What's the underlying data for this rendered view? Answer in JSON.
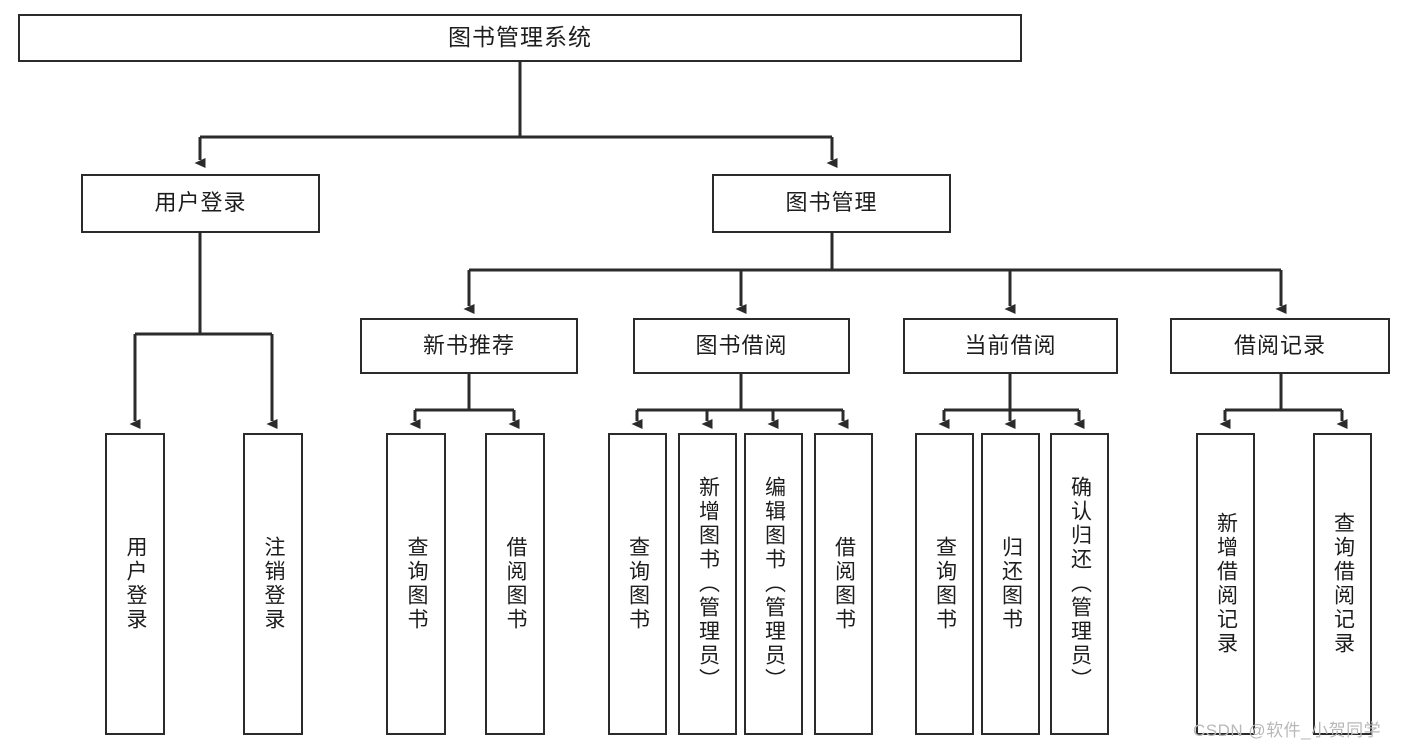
{
  "diagram": {
    "type": "tree",
    "title": "图书管理系统",
    "orientation": "top-down",
    "colors": {
      "box_border": "#2b2b2b",
      "box_fill": "#ffffff",
      "connector": "#2b2b2b",
      "text": "#1d1d1d",
      "watermark": "#b8b8b8"
    },
    "root": {
      "label": "图书管理系统"
    },
    "level2": [
      {
        "id": "user-login",
        "label": "用户登录"
      },
      {
        "id": "book-manage",
        "label": "图书管理"
      }
    ],
    "level3": [
      {
        "id": "new-book-rec",
        "label": "新书推荐"
      },
      {
        "id": "book-borrow",
        "label": "图书借阅"
      },
      {
        "id": "current-borrow",
        "label": "当前借阅"
      },
      {
        "id": "borrow-record",
        "label": "借阅记录"
      }
    ],
    "leaves": {
      "user_login": [
        {
          "id": "leaf-user-login",
          "label": "用户登录"
        },
        {
          "id": "leaf-logout",
          "label": "注销登录"
        }
      ],
      "new_book_rec": [
        {
          "id": "leaf-query-book-1",
          "label": "查询图书"
        },
        {
          "id": "leaf-borrow-book-1",
          "label": "借阅图书"
        }
      ],
      "book_borrow": [
        {
          "id": "leaf-query-book-2",
          "label": "查询图书"
        },
        {
          "id": "leaf-add-book",
          "label": "新增图书（管理员）"
        },
        {
          "id": "leaf-edit-book",
          "label": "编辑图书（管理员）"
        },
        {
          "id": "leaf-borrow-book-2",
          "label": "借阅图书"
        }
      ],
      "current_borrow": [
        {
          "id": "leaf-query-book-3",
          "label": "查询图书"
        },
        {
          "id": "leaf-return-book",
          "label": "归还图书"
        },
        {
          "id": "leaf-confirm-return",
          "label": "确认归还（管理员）"
        }
      ],
      "borrow_record": [
        {
          "id": "leaf-add-record",
          "label": "新增借阅记录"
        },
        {
          "id": "leaf-query-record",
          "label": "查询借阅记录"
        }
      ]
    },
    "watermark": "CSDN @软件_小贺同学"
  }
}
